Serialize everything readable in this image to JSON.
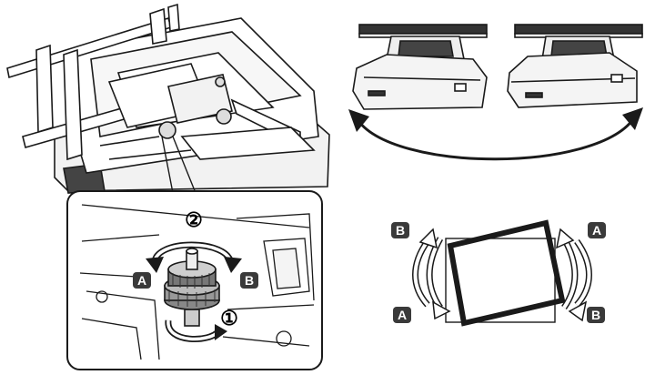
{
  "labels": {
    "step_1": "①",
    "step_2": "②",
    "knob_left": "A",
    "knob_right": "B",
    "rot_top_left": "B",
    "rot_top_right": "A",
    "rot_bottom_left": "A",
    "rot_bottom_right": "B"
  },
  "colors": {
    "ink": "#1a1a1a",
    "badge_fill": "#3a3a3a",
    "badge_text": "#ffffff",
    "bg": "#ffffff"
  },
  "icons": {
    "mount": "projector-wall-mount-illustration",
    "knob": "adjustment-knob-icon",
    "swing": "curved-double-arrow-icon",
    "tilt": "rotation-arrows-icon"
  }
}
